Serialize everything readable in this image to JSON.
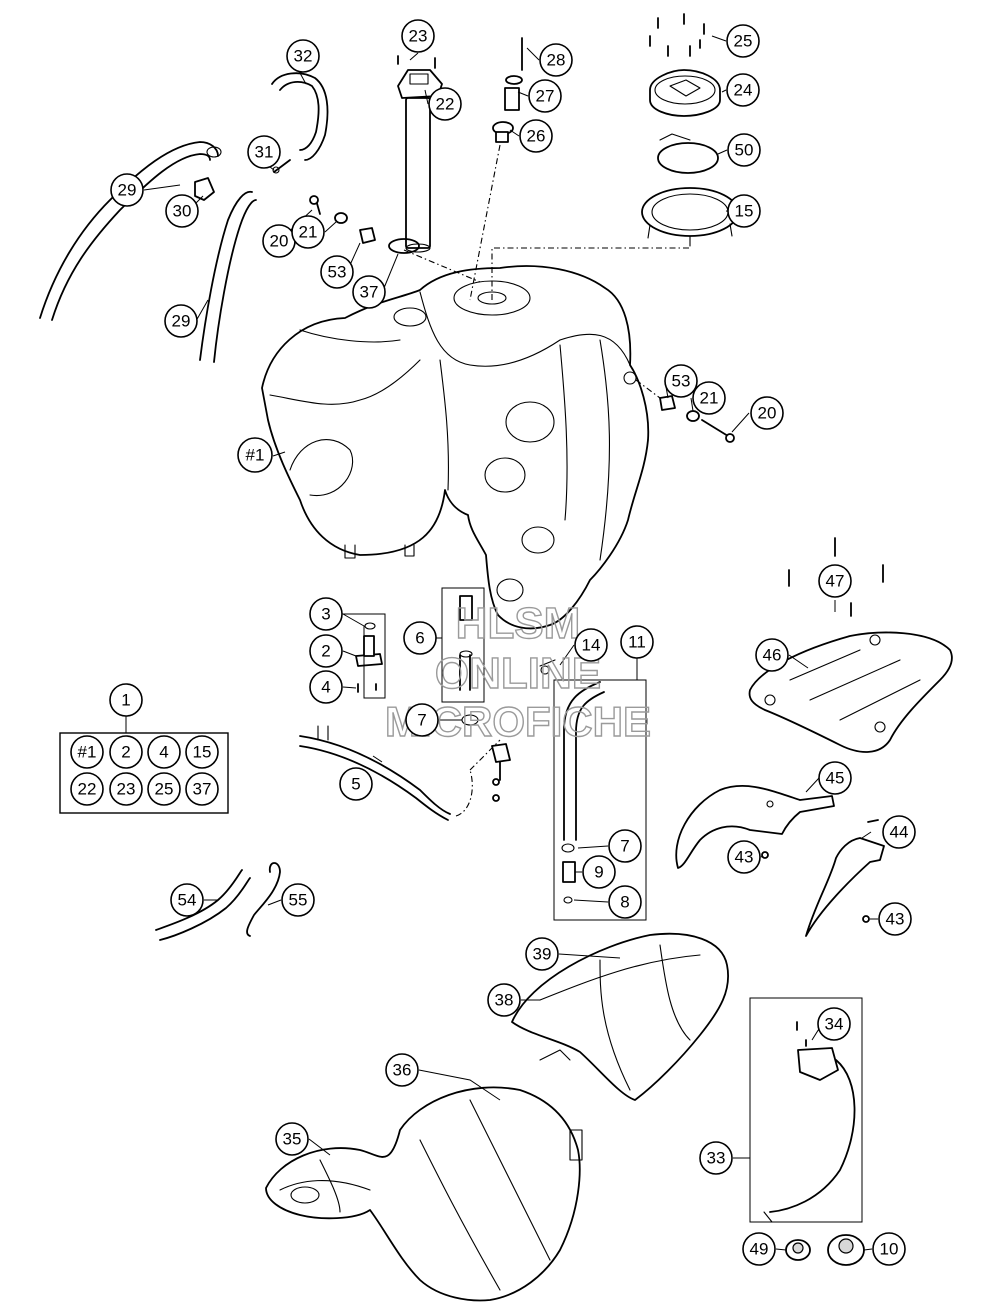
{
  "watermark": {
    "line1": "HLSM",
    "line2": "ONLINE",
    "line3": "MICROFICHE"
  },
  "kit_label": "1",
  "kit_items": [
    "#1",
    "2",
    "4",
    "15",
    "22",
    "23",
    "25",
    "37"
  ],
  "callouts": {
    "c1": "#1",
    "c2": "2",
    "c3": "3",
    "c4": "4",
    "c5": "5",
    "c6": "6",
    "c7a": "7",
    "c7b": "7",
    "c8": "8",
    "c9": "9",
    "c10": "10",
    "c11": "11",
    "c14": "14",
    "c15": "15",
    "c20a": "20",
    "c20b": "20",
    "c21a": "21",
    "c21b": "21",
    "c22": "22",
    "c23": "23",
    "c24": "24",
    "c25": "25",
    "c26": "26",
    "c27": "27",
    "c28": "28",
    "c29a": "29",
    "c29b": "29",
    "c30": "30",
    "c31": "31",
    "c32": "32",
    "c33": "33",
    "c34": "34",
    "c35": "35",
    "c36": "36",
    "c37": "37",
    "c38": "38",
    "c39": "39",
    "c43a": "43",
    "c43b": "43",
    "c44": "44",
    "c45": "45",
    "c46": "46",
    "c47": "47",
    "c49": "49",
    "c50": "50",
    "c53a": "53",
    "c53b": "53",
    "c54": "54",
    "c55": "55"
  }
}
